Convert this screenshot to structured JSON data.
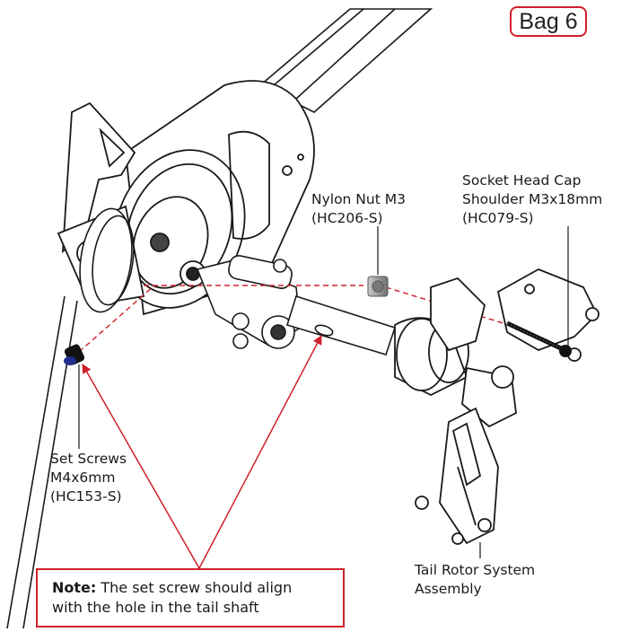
{
  "badge": {
    "text": "Bag 6"
  },
  "callouts": {
    "nylon_nut": {
      "line1": "Nylon Nut M3",
      "line2": "(HC206-S)"
    },
    "socket_head": {
      "line1": "Socket Head Cap",
      "line2": "Shoulder M3x18mm",
      "line3": "(HC079-S)"
    },
    "set_screws": {
      "line1": "Set Screws",
      "line2": "M4x6mm",
      "line3": "(HC153-S)"
    },
    "tail_rotor": {
      "line1": "Tail Rotor System",
      "line2": "Assembly"
    }
  },
  "note": {
    "label": "Note:",
    "line1": " The set screw should align",
    "line2": "with the hole in the tail shaft"
  },
  "colors": {
    "accent_red": "#d0202a",
    "line_dark": "#1a1a1a",
    "set_screw_blue": "#1f2f8a",
    "nut_gray": "#9c9c9c"
  }
}
